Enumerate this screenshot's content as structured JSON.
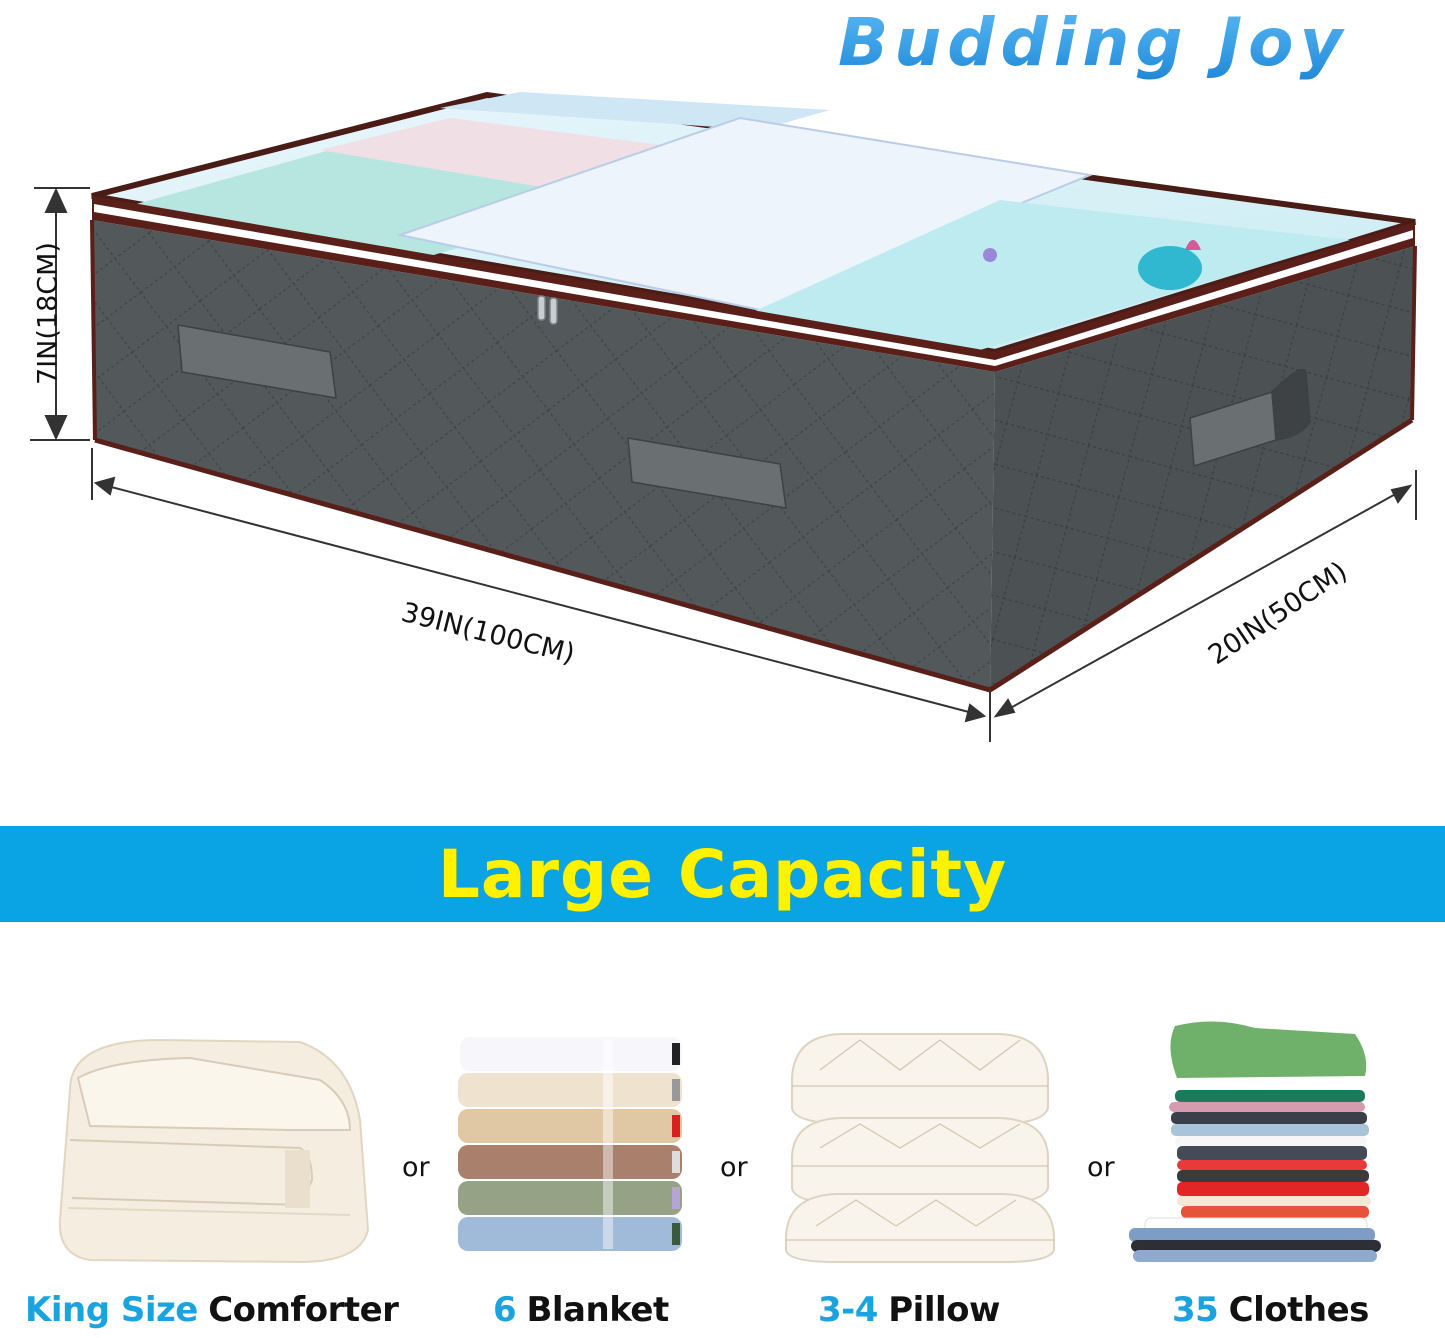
{
  "brand": {
    "name": "Budding Joy",
    "color": "#3a9fe6"
  },
  "product": {
    "type": "underbed storage bag",
    "body_color": "#4e5254",
    "trim_color": "#5a1f18",
    "handles": 3,
    "zipper": "double zipper",
    "lid": "clear window"
  },
  "dimensions": {
    "height": "7IN(18CM)",
    "length": "39IN(100CM)",
    "width": "20IN(50CM)"
  },
  "banner": {
    "text": "Large Capacity",
    "background": "#0aa3e4",
    "text_color": "#fff200"
  },
  "separator": "or",
  "capacity_items": [
    {
      "qty": "King Size",
      "name": "Comforter",
      "icon": "comforter-image"
    },
    {
      "qty": "6",
      "name": "Blanket",
      "icon": "blanket-stack-image"
    },
    {
      "qty": "3-4",
      "name": "Pillow",
      "icon": "pillow-stack-image"
    },
    {
      "qty": "35",
      "name": "Clothes",
      "icon": "clothes-stack-image"
    }
  ],
  "accent_color": "#1aa3de"
}
